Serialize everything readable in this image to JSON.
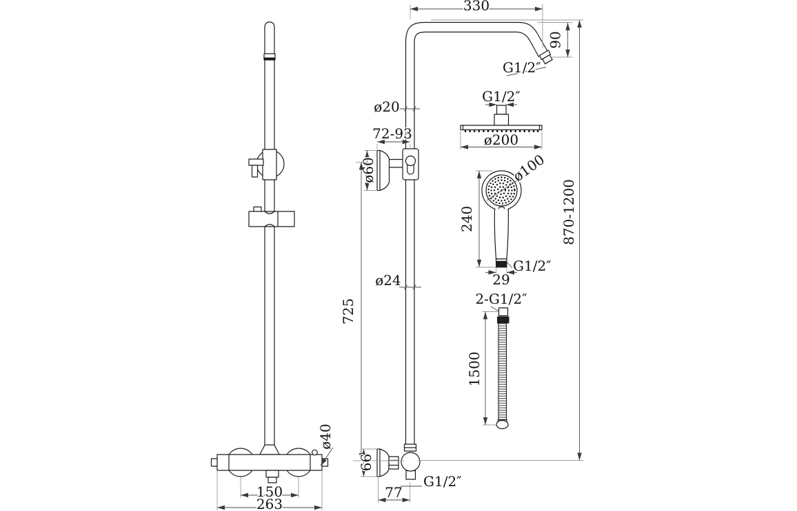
{
  "meta": {
    "background_color": "#ffffff",
    "line_color": "#1b1b1b",
    "drawing_type": "technical dimension drawing"
  },
  "labels": {
    "front_view": {
      "inlet_centres": "150",
      "overall_width": "263",
      "valve_body_diameter": "ø40"
    },
    "side_view": {
      "arm_reach": "330",
      "arm_drop": "90",
      "arm_outlet_thread": "G1/2″",
      "riser_upper_diameter": "ø20",
      "bracket_adjust_range": "72-93",
      "upper_escutcheon_diameter": "ø60",
      "riser_length": "725",
      "riser_lower_diameter": "ø24",
      "overall_height_range": "870-1200",
      "lower_escutcheon_height": "66",
      "wall_to_riser": "77",
      "lower_outlet_thread": "G1/2″"
    },
    "head_detail": {
      "inlet_thread": "G1/2″",
      "head_diameter": "ø200"
    },
    "handset_detail": {
      "face_diameter": "ø100",
      "handset_length": "240",
      "connector_thread": "G1/2″",
      "connector_width": "29"
    },
    "hose_detail": {
      "end_threads": "2-G1/2″",
      "hose_length": "1500"
    }
  }
}
